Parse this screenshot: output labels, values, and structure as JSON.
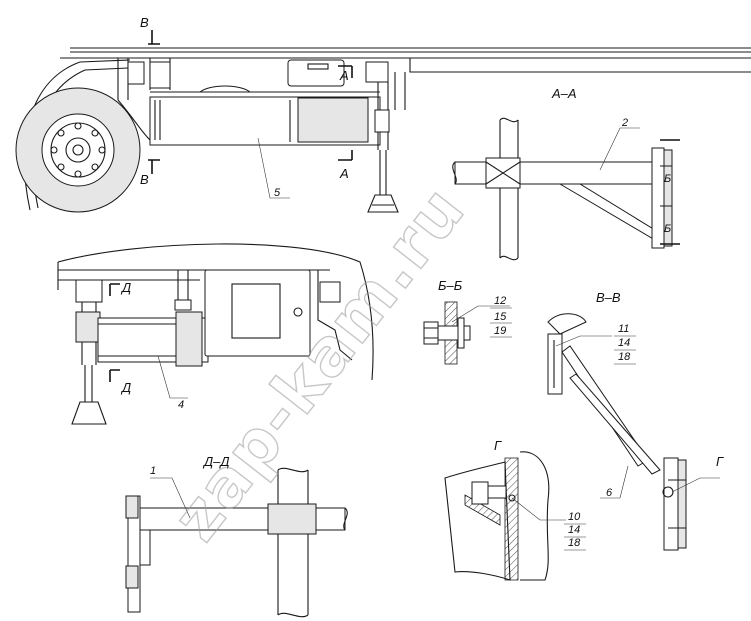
{
  "sections": {
    "aa": "А–А",
    "bb": "Б–Б",
    "vv": "В–В",
    "g": "Г",
    "dd": "Д–Д"
  },
  "cut_marks": {
    "a": "А",
    "b": "Б",
    "v": "В",
    "g": "Г",
    "d": "Д"
  },
  "callouts": {
    "p1": "1",
    "p2": "2",
    "p4": "4",
    "p5": "5",
    "p6": "6",
    "bb_stack": [
      "12",
      "15",
      "19"
    ],
    "vv_stack": [
      "11",
      "14",
      "18"
    ],
    "g_stack": [
      "10",
      "14",
      "18"
    ]
  },
  "watermark": "zap-kam.ru"
}
